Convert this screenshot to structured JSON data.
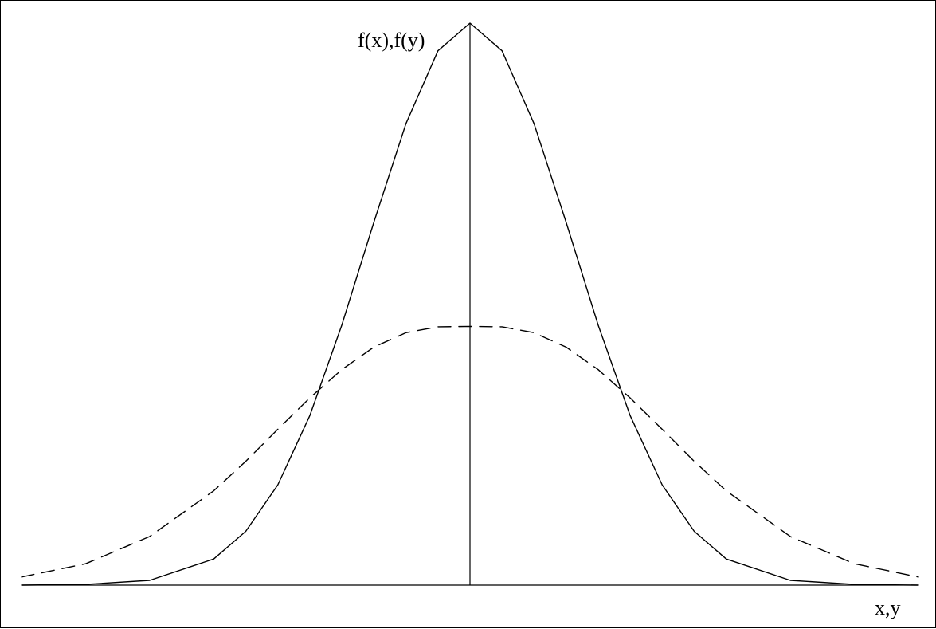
{
  "chart_data": {
    "type": "line",
    "xlabel": "x,y",
    "ylabel": "f(x),f(y)",
    "xlim": [
      -3.5,
      3.5
    ],
    "ylim": [
      0,
      0.4
    ],
    "grid": false,
    "legend": "none",
    "series": [
      {
        "style": "solid",
        "color": "#000000",
        "x": [
          -3.5,
          -3.0,
          -2.5,
          -2.0,
          -1.75,
          -1.5,
          -1.25,
          -1.0,
          -0.75,
          -0.5,
          -0.25,
          0.0,
          0.25,
          0.5,
          0.75,
          1.0,
          1.25,
          1.5,
          1.75,
          2.0,
          2.5,
          3.0,
          3.5
        ],
        "y": [
          0.0,
          0.0002,
          0.0013,
          0.0071,
          0.0146,
          0.0272,
          0.046,
          0.0706,
          0.0985,
          0.1252,
          0.145,
          0.1525,
          0.145,
          0.1252,
          0.0985,
          0.0706,
          0.046,
          0.0272,
          0.0146,
          0.0071,
          0.0013,
          0.0002,
          0.0
        ]
      },
      {
        "style": "dashed",
        "color": "#000000",
        "x": [
          -3.5,
          -3.0,
          -2.5,
          -2.0,
          -1.75,
          -1.5,
          -1.25,
          -1.0,
          -0.75,
          -0.5,
          -0.25,
          0.0,
          0.25,
          0.5,
          0.75,
          1.0,
          1.25,
          1.5,
          1.75,
          2.0,
          2.5,
          3.0,
          3.5
        ],
        "y": [
          0.0022,
          0.0058,
          0.0132,
          0.0256,
          0.0336,
          0.0423,
          0.0508,
          0.0585,
          0.0646,
          0.0685,
          0.0701,
          0.0702,
          0.0701,
          0.0685,
          0.0646,
          0.0585,
          0.0508,
          0.0423,
          0.0336,
          0.0256,
          0.0132,
          0.0058,
          0.0022
        ]
      }
    ]
  }
}
